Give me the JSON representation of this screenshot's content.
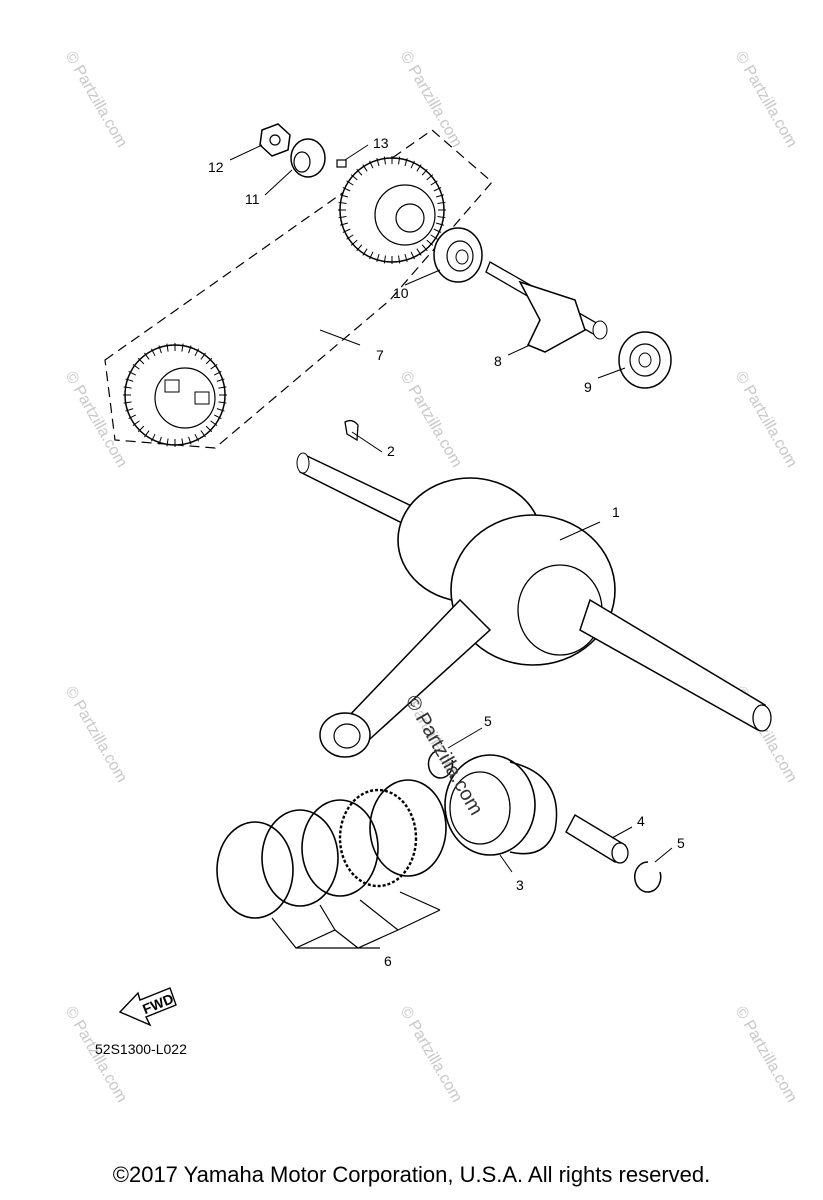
{
  "diagram": {
    "callouts": [
      "1",
      "2",
      "3",
      "4",
      "5",
      "5",
      "6",
      "7",
      "8",
      "9",
      "10",
      "11",
      "12",
      "13"
    ],
    "fwd_label": "FWD",
    "diagram_code": "52S1300-L022",
    "watermark": "© Partzilla.com",
    "center_watermark": "© Partzilla.com"
  },
  "footer": {
    "copyright": "©2017  Yamaha Motor Corporation, U.S.A. All rights reserved."
  }
}
